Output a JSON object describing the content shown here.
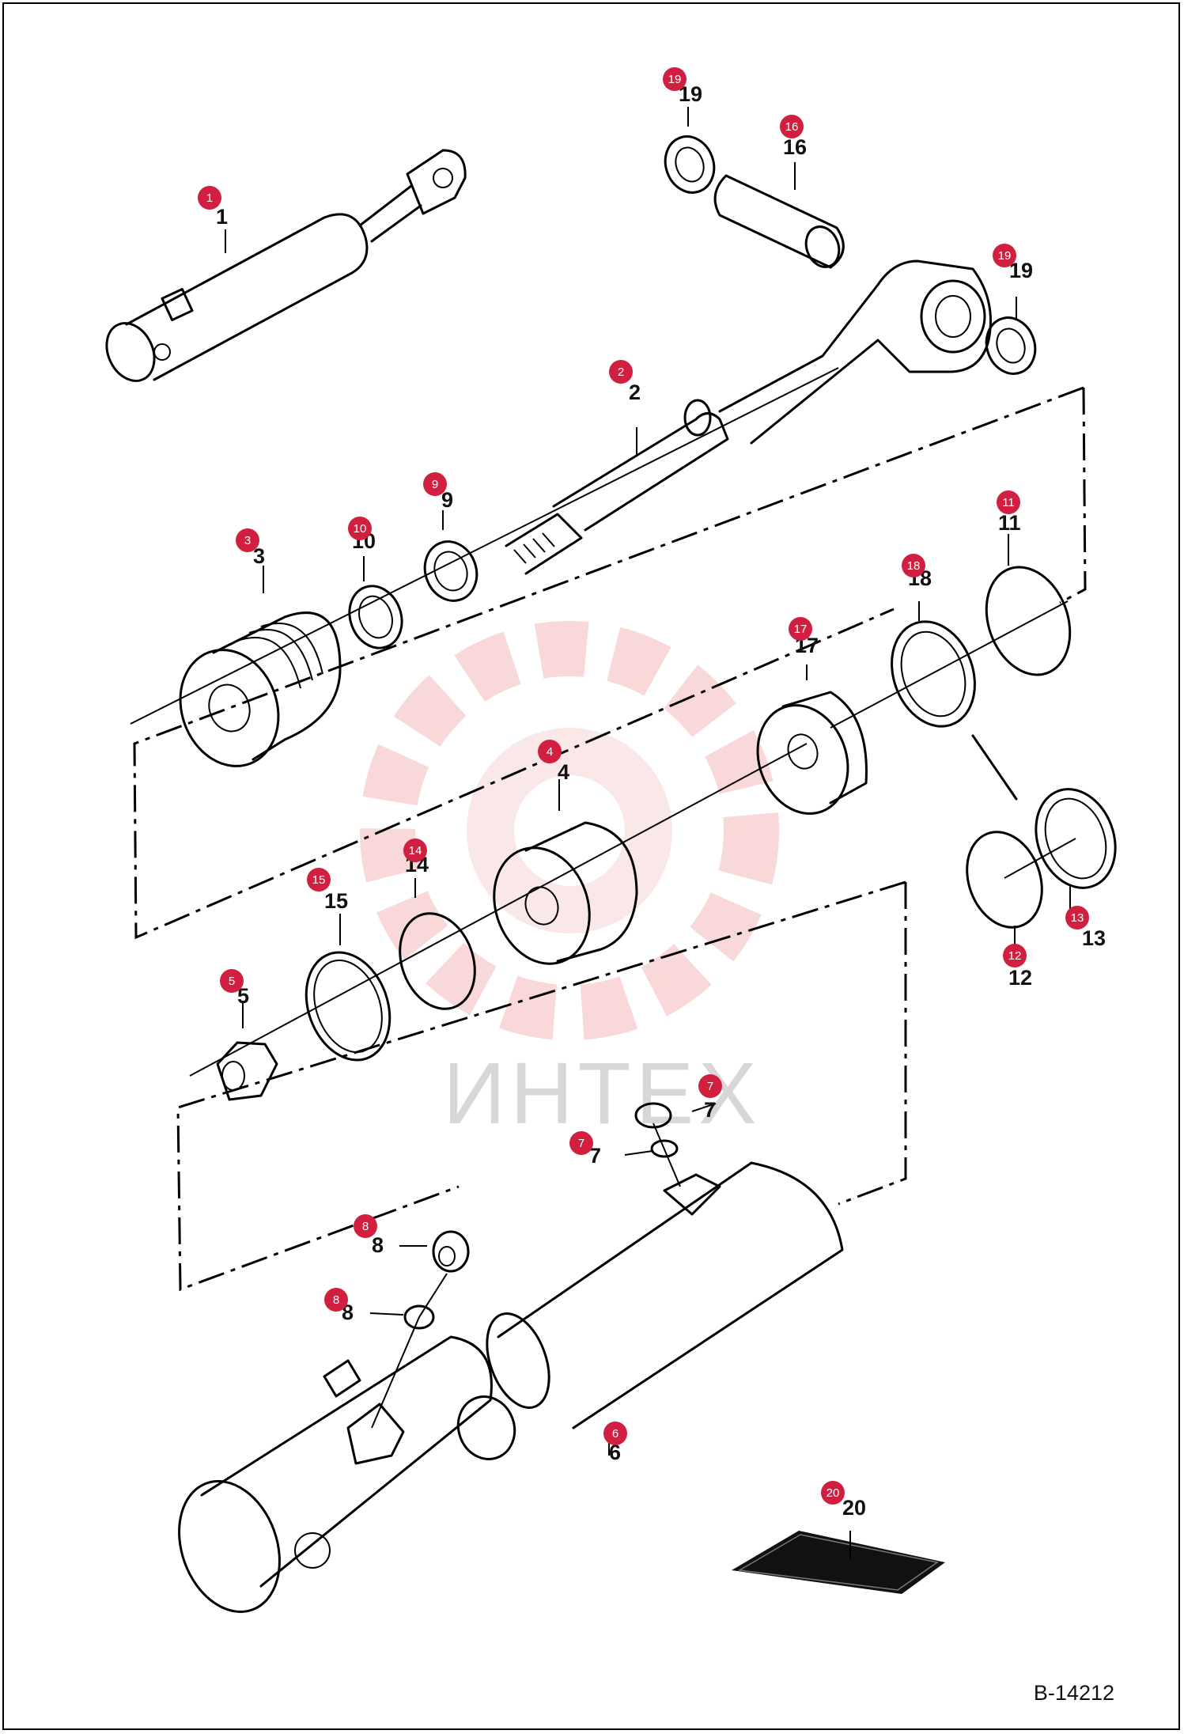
{
  "diagram_code": "B-14212",
  "watermark_text": "ИНТЕХ",
  "colors": {
    "badge": "#d1203f",
    "watermark": "#f3c3c3",
    "line": "#000000"
  },
  "callouts": [
    {
      "id": "1",
      "label": "1"
    },
    {
      "id": "2",
      "label": "2"
    },
    {
      "id": "3",
      "label": "3"
    },
    {
      "id": "4",
      "label": "4"
    },
    {
      "id": "5",
      "label": "5"
    },
    {
      "id": "6",
      "label": "6"
    },
    {
      "id": "7",
      "label": "7"
    },
    {
      "id": "7",
      "label": "7"
    },
    {
      "id": "8",
      "label": "8"
    },
    {
      "id": "8",
      "label": "8"
    },
    {
      "id": "9",
      "label": "9"
    },
    {
      "id": "10",
      "label": "10"
    },
    {
      "id": "11",
      "label": "11"
    },
    {
      "id": "12",
      "label": "12"
    },
    {
      "id": "13",
      "label": "13"
    },
    {
      "id": "14",
      "label": "14"
    },
    {
      "id": "15",
      "label": "15"
    },
    {
      "id": "16",
      "label": "16"
    },
    {
      "id": "17",
      "label": "17"
    },
    {
      "id": "18",
      "label": "18"
    },
    {
      "id": "19",
      "label": "19"
    },
    {
      "id": "19",
      "label": "19"
    },
    {
      "id": "20",
      "label": "20"
    }
  ]
}
